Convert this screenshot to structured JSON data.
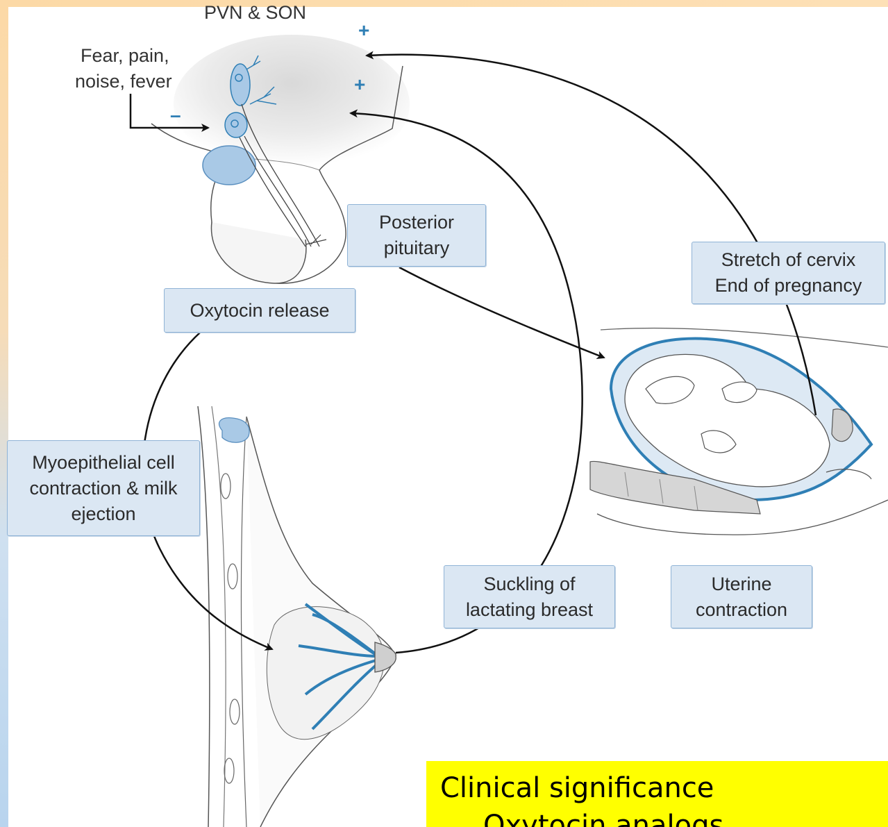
{
  "header": {
    "title": "PVN & SON"
  },
  "stimuli": {
    "line1": "Fear, pain,",
    "line2": "noise, fever"
  },
  "signs": {
    "minus": "–",
    "plus_top": "+",
    "plus_middle": "+"
  },
  "labels": {
    "posterior_pituitary": [
      "Posterior",
      "pituitary"
    ],
    "oxytocin_release": "Oxytocin release",
    "stretch_cervix": [
      "Stretch of cervix",
      "End of pregnancy"
    ],
    "myoepithelial": [
      "Myoepithelial cell",
      "contraction & milk",
      "ejection"
    ],
    "suckling": [
      "Suckling of",
      "lactating breast"
    ],
    "uterine": [
      "Uterine",
      "contraction"
    ]
  },
  "clinical": {
    "title": "Clinical significance",
    "line": "Oxytocin analogs..."
  },
  "colors": {
    "accent_blue": "#2f7fb5",
    "light_blue": "#a9c9e6",
    "box_fill": "#dbe7f3",
    "box_border": "#8fb3d6",
    "highlight": "#ffff00"
  }
}
